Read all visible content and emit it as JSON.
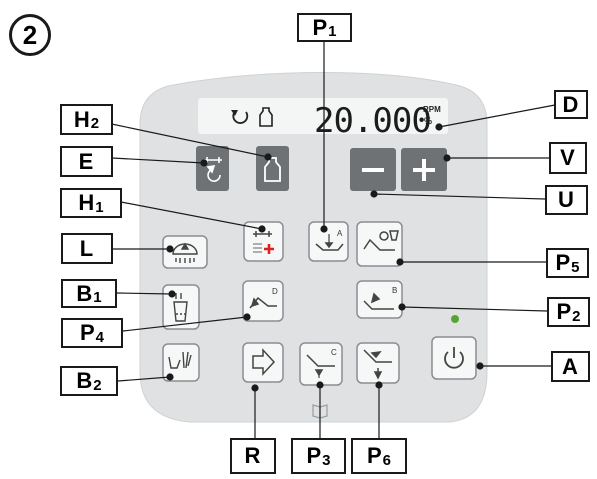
{
  "step_number": "2",
  "display": {
    "speed_value": "20.000",
    "unit_rpm": "RPM",
    "unit_percent": "%"
  },
  "callouts": {
    "P1": {
      "letter": "P",
      "sub": "1"
    },
    "H2": {
      "letter": "H",
      "sub": "2"
    },
    "D": {
      "letter": "D",
      "sub": ""
    },
    "E": {
      "letter": "E",
      "sub": ""
    },
    "V": {
      "letter": "V",
      "sub": ""
    },
    "U": {
      "letter": "U",
      "sub": ""
    },
    "H1": {
      "letter": "H",
      "sub": "1"
    },
    "L": {
      "letter": "L",
      "sub": ""
    },
    "P5": {
      "letter": "P",
      "sub": "5"
    },
    "B1": {
      "letter": "B",
      "sub": "1"
    },
    "P2": {
      "letter": "P",
      "sub": "2"
    },
    "P4": {
      "letter": "P",
      "sub": "4"
    },
    "B2": {
      "letter": "B",
      "sub": "2"
    },
    "A": {
      "letter": "A",
      "sub": ""
    },
    "R": {
      "letter": "R",
      "sub": ""
    },
    "P3": {
      "letter": "P",
      "sub": "3"
    },
    "P6": {
      "letter": "P",
      "sub": "6"
    }
  },
  "program_letters": {
    "p1": "A",
    "p2": "B",
    "p3": "C",
    "p4": "D"
  },
  "colors": {
    "panel": "#dfe1e2",
    "panel_edge": "#cfd2d4",
    "display_bg": "#f4f5f5",
    "button_dark": "#6e7275",
    "button_light": "#f6f7f7",
    "button_border": "#8a8e91",
    "led": "#55a532",
    "accent_red": "#e0201c",
    "line": "#1a1a1a"
  },
  "icons": {
    "display_rotation": "rotate-arrow-icon",
    "display_bottle": "bottle-icon",
    "E": "handpiece-rotation-icon",
    "H2": "bottle-icon",
    "U": "minus-icon",
    "V": "plus-icon",
    "H1": "handpiece-plus-icon",
    "L": "light-icon",
    "B1": "cup-fill-icon",
    "B2": "bowl-rinse-icon",
    "P1": "chair-position-a-icon",
    "P2": "chair-position-b-icon",
    "P3": "chair-position-c-icon",
    "P4": "chair-position-d-icon",
    "P5": "chair-rinse-position-icon",
    "P6": "chair-entry-exit-icon",
    "R": "memory-enter-icon",
    "A": "power-icon",
    "book": "manual-icon"
  }
}
